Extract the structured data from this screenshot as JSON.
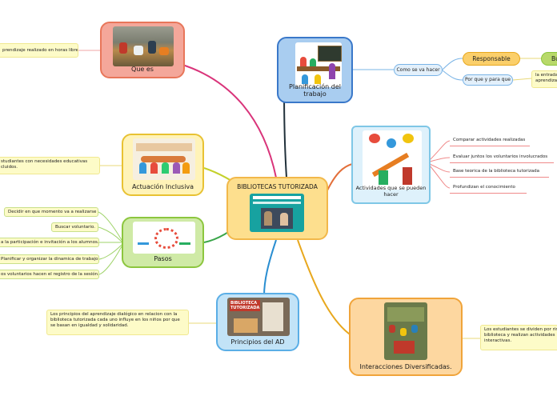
{
  "center": {
    "title": "BIBLIOTECAS TUTORIZADA"
  },
  "nodes": {
    "que_es": {
      "title": "Que es"
    },
    "planificacion": {
      "title": "Planificación del trabajo"
    },
    "actuacion": {
      "title": "Actuación Inclusiva"
    },
    "pasos": {
      "title": "Pasos"
    },
    "actividades": {
      "title": "Actividades que se pueden hacer"
    },
    "principios": {
      "title": "Principios del AD",
      "pic_text": "BIBLIOTECA TUTORIZADA"
    },
    "interacciones": {
      "title": "Interacciones Diversificadas."
    }
  },
  "que_es_leaf": "prendizaje realizado en horas libres",
  "actuacion_leaf": "studiantes con necesidades educativas cluidos.",
  "pasos_leaves": [
    "Decidir en que momento va a realizarse",
    "Buscar voluntario.",
    "a la participación e invitación  a los alumnos.",
    "Planificar y organizar la dinamica de trabajo",
    "os voluntarios hacen el registro de la sesión."
  ],
  "planificacion_branch": {
    "como": "Como se va hacer",
    "responsable": "Responsable",
    "responsable_child": "Bu",
    "por_que": "Por que y para que",
    "por_que_leaf": "la entrada aprendiza"
  },
  "actividades_leaves": [
    "Comparar actividades realizadas",
    "Evaluar juntos los voluntarios involucrados",
    "Base teorica de la biblioteca tutorizada",
    "Profundizan el conocimiento"
  ],
  "principios_leaf": "Los principios del aprendizaje dialógico en relacion  con la biblioteca tutorizada cada uno influye en los niños por que se basan en igualdad y solidaridad.",
  "interacciones_leaf": "Los estudiantes se dividen por rin biblioteca y realizan actividades interactivas.",
  "colors": {
    "que_es": "#e8765a",
    "planificacion": "#3a78c9",
    "actuacion": "#e8c233",
    "pasos": "#8cc63e",
    "actividades": "#7fc7e6",
    "principios": "#5aaee6",
    "interacciones": "#f0a43a",
    "center": "#f2b84a"
  }
}
